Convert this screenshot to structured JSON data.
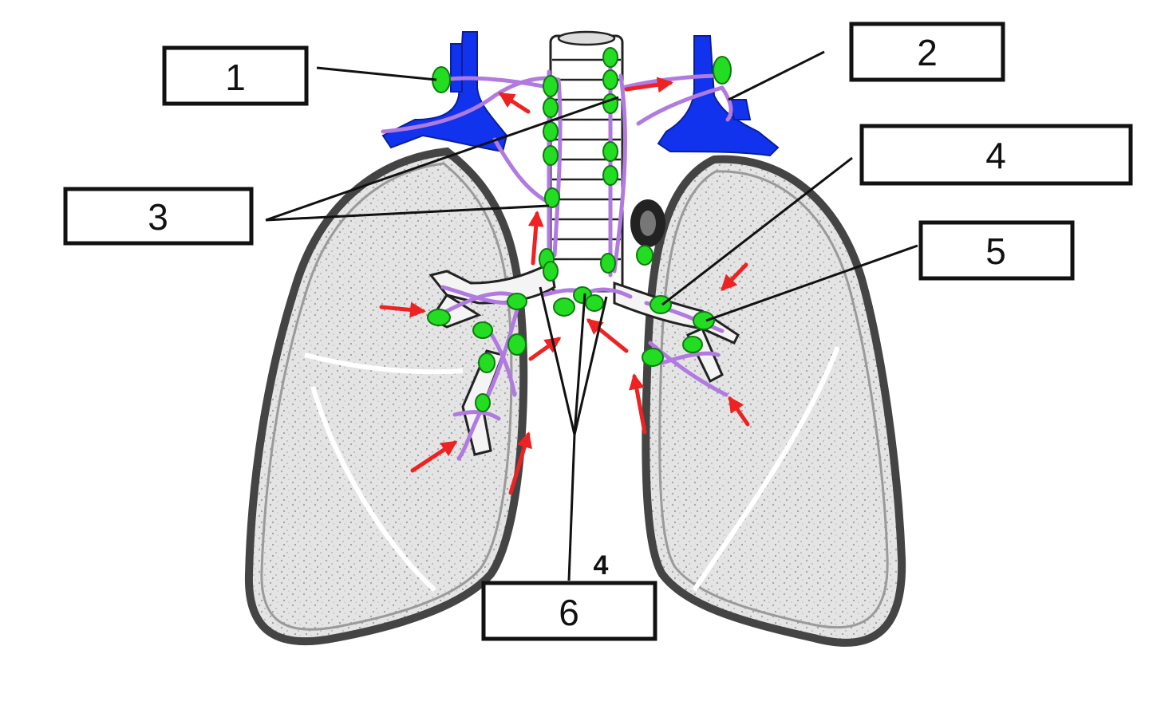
{
  "labels": [
    {
      "id": "1",
      "text": "1"
    },
    {
      "id": "2",
      "text": "2"
    },
    {
      "id": "3",
      "text": "3"
    },
    {
      "id": "4",
      "text": "4"
    },
    {
      "id": "5",
      "text": "5"
    },
    {
      "id": "6",
      "text": "6"
    }
  ],
  "annotation": "4",
  "colors": {
    "vein": "#1133ee",
    "lymph_vessel": "#b07ae0",
    "lymph_node": "#22dd22",
    "flow_arrow": "#ee2222",
    "lung_outline": "#444444"
  }
}
